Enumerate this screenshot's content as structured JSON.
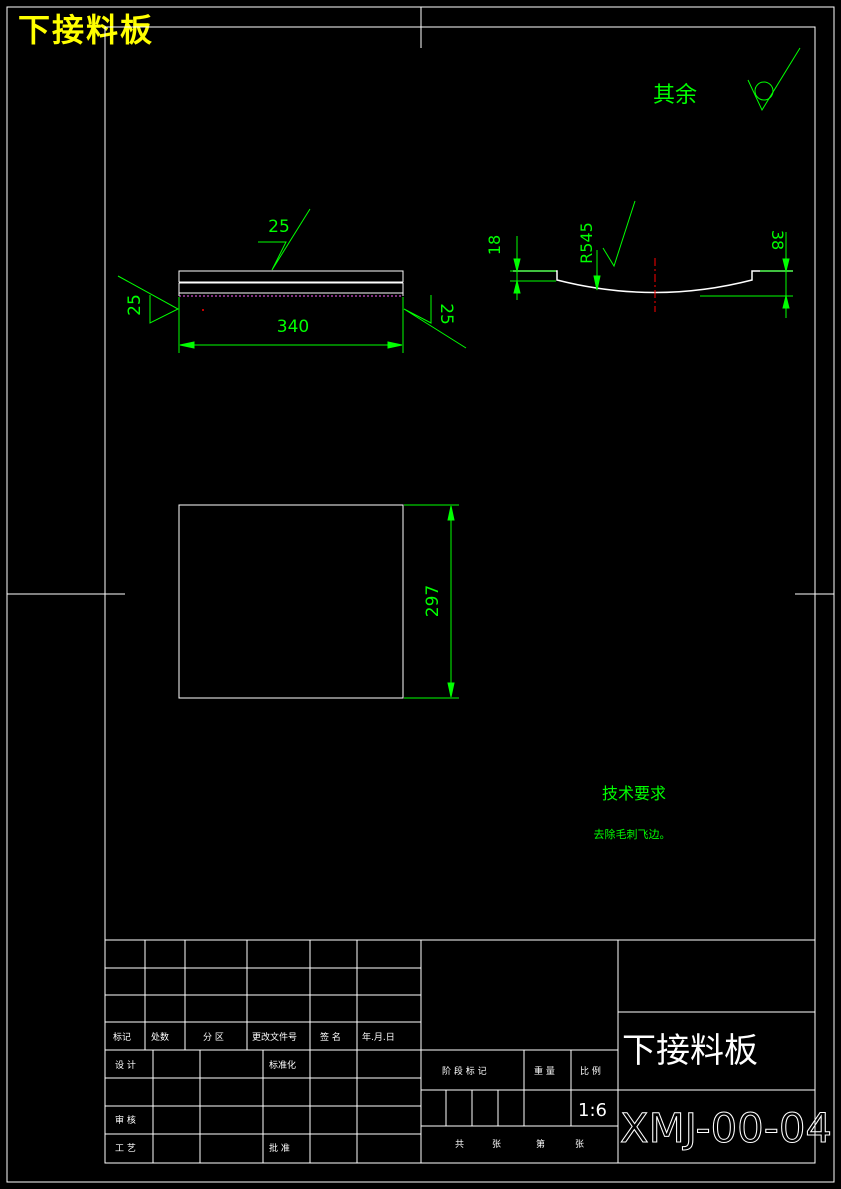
{
  "header": {
    "title": "下接料板"
  },
  "surface_finish": {
    "label": "其余"
  },
  "front_view": {
    "top_symbol_value": "25",
    "left_symbol_value": "25",
    "right_symbol_value": "25",
    "width_dim": "340"
  },
  "side_view": {
    "radius_dim": "R545",
    "left_height_dim": "18",
    "right_height_dim": "38"
  },
  "plan_view": {
    "height_dim": "297"
  },
  "tech_requirements": {
    "title": "技术要求",
    "line1": "去除毛刺飞边。"
  },
  "title_block": {
    "row_labels": [
      "标记",
      "处数",
      "分 区",
      "更改文件号",
      "签 名",
      "年.月.日"
    ],
    "design": "设 计",
    "standardization": "标准化",
    "review": "审 核",
    "process": "工 艺",
    "approve": "批 准",
    "stage_mark": "阶 段 标 记",
    "weight": "重 量",
    "scale_label": "比 例",
    "scale_value": "1:6",
    "sheets_total": "共",
    "sheet_unit1": "张",
    "sheet_no": "第",
    "sheet_unit2": "张",
    "part_name": "下接料板",
    "drawing_number": "XMJ-00-04"
  },
  "colors": {
    "frame": "#ffffff",
    "dimension": "#00ff00",
    "title_text": "#ffff00",
    "centerline": "#ff0000",
    "hidden": "#ff66ff"
  }
}
